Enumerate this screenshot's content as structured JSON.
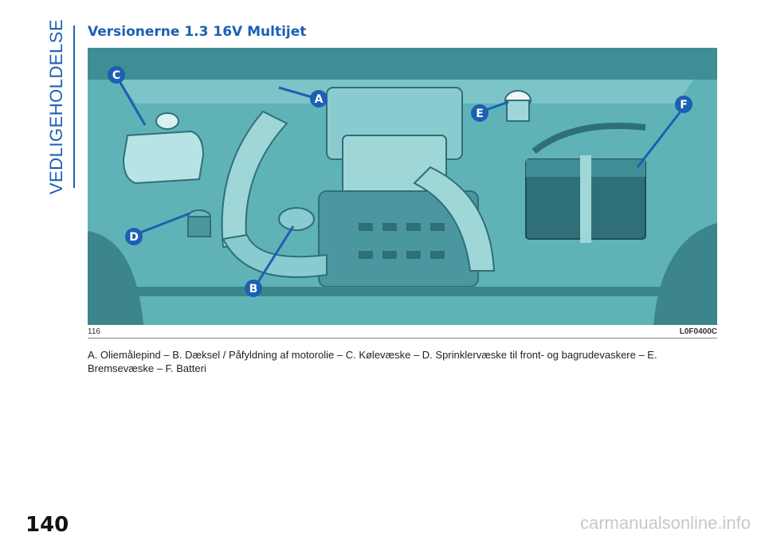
{
  "page": {
    "side_tab": "VEDLIGEHOLDELSE",
    "section_title": "Versionerne 1.3 16V Multijet",
    "figure_number": "116",
    "figure_code": "L0F0400C",
    "caption": "A. Oliemålepind – B. Dæksel / Påfyldning af motorolie – C. Kølevæske – D. Sprinklervæske til front- og bagrudevaskere – E. Bremsevæske – F. Batteri",
    "page_number": "140",
    "watermark": "carmanualsonline.info"
  },
  "figure": {
    "callouts": [
      {
        "letter": "A"
      },
      {
        "letter": "B"
      },
      {
        "letter": "C"
      },
      {
        "letter": "D"
      },
      {
        "letter": "E"
      },
      {
        "letter": "F"
      }
    ],
    "colors": {
      "background": "#5fb3b7",
      "engine_dark": "#2f6f78",
      "engine_mid": "#4a97a0",
      "engine_light": "#9fd6d8",
      "callout": "#1d5fb3"
    }
  }
}
